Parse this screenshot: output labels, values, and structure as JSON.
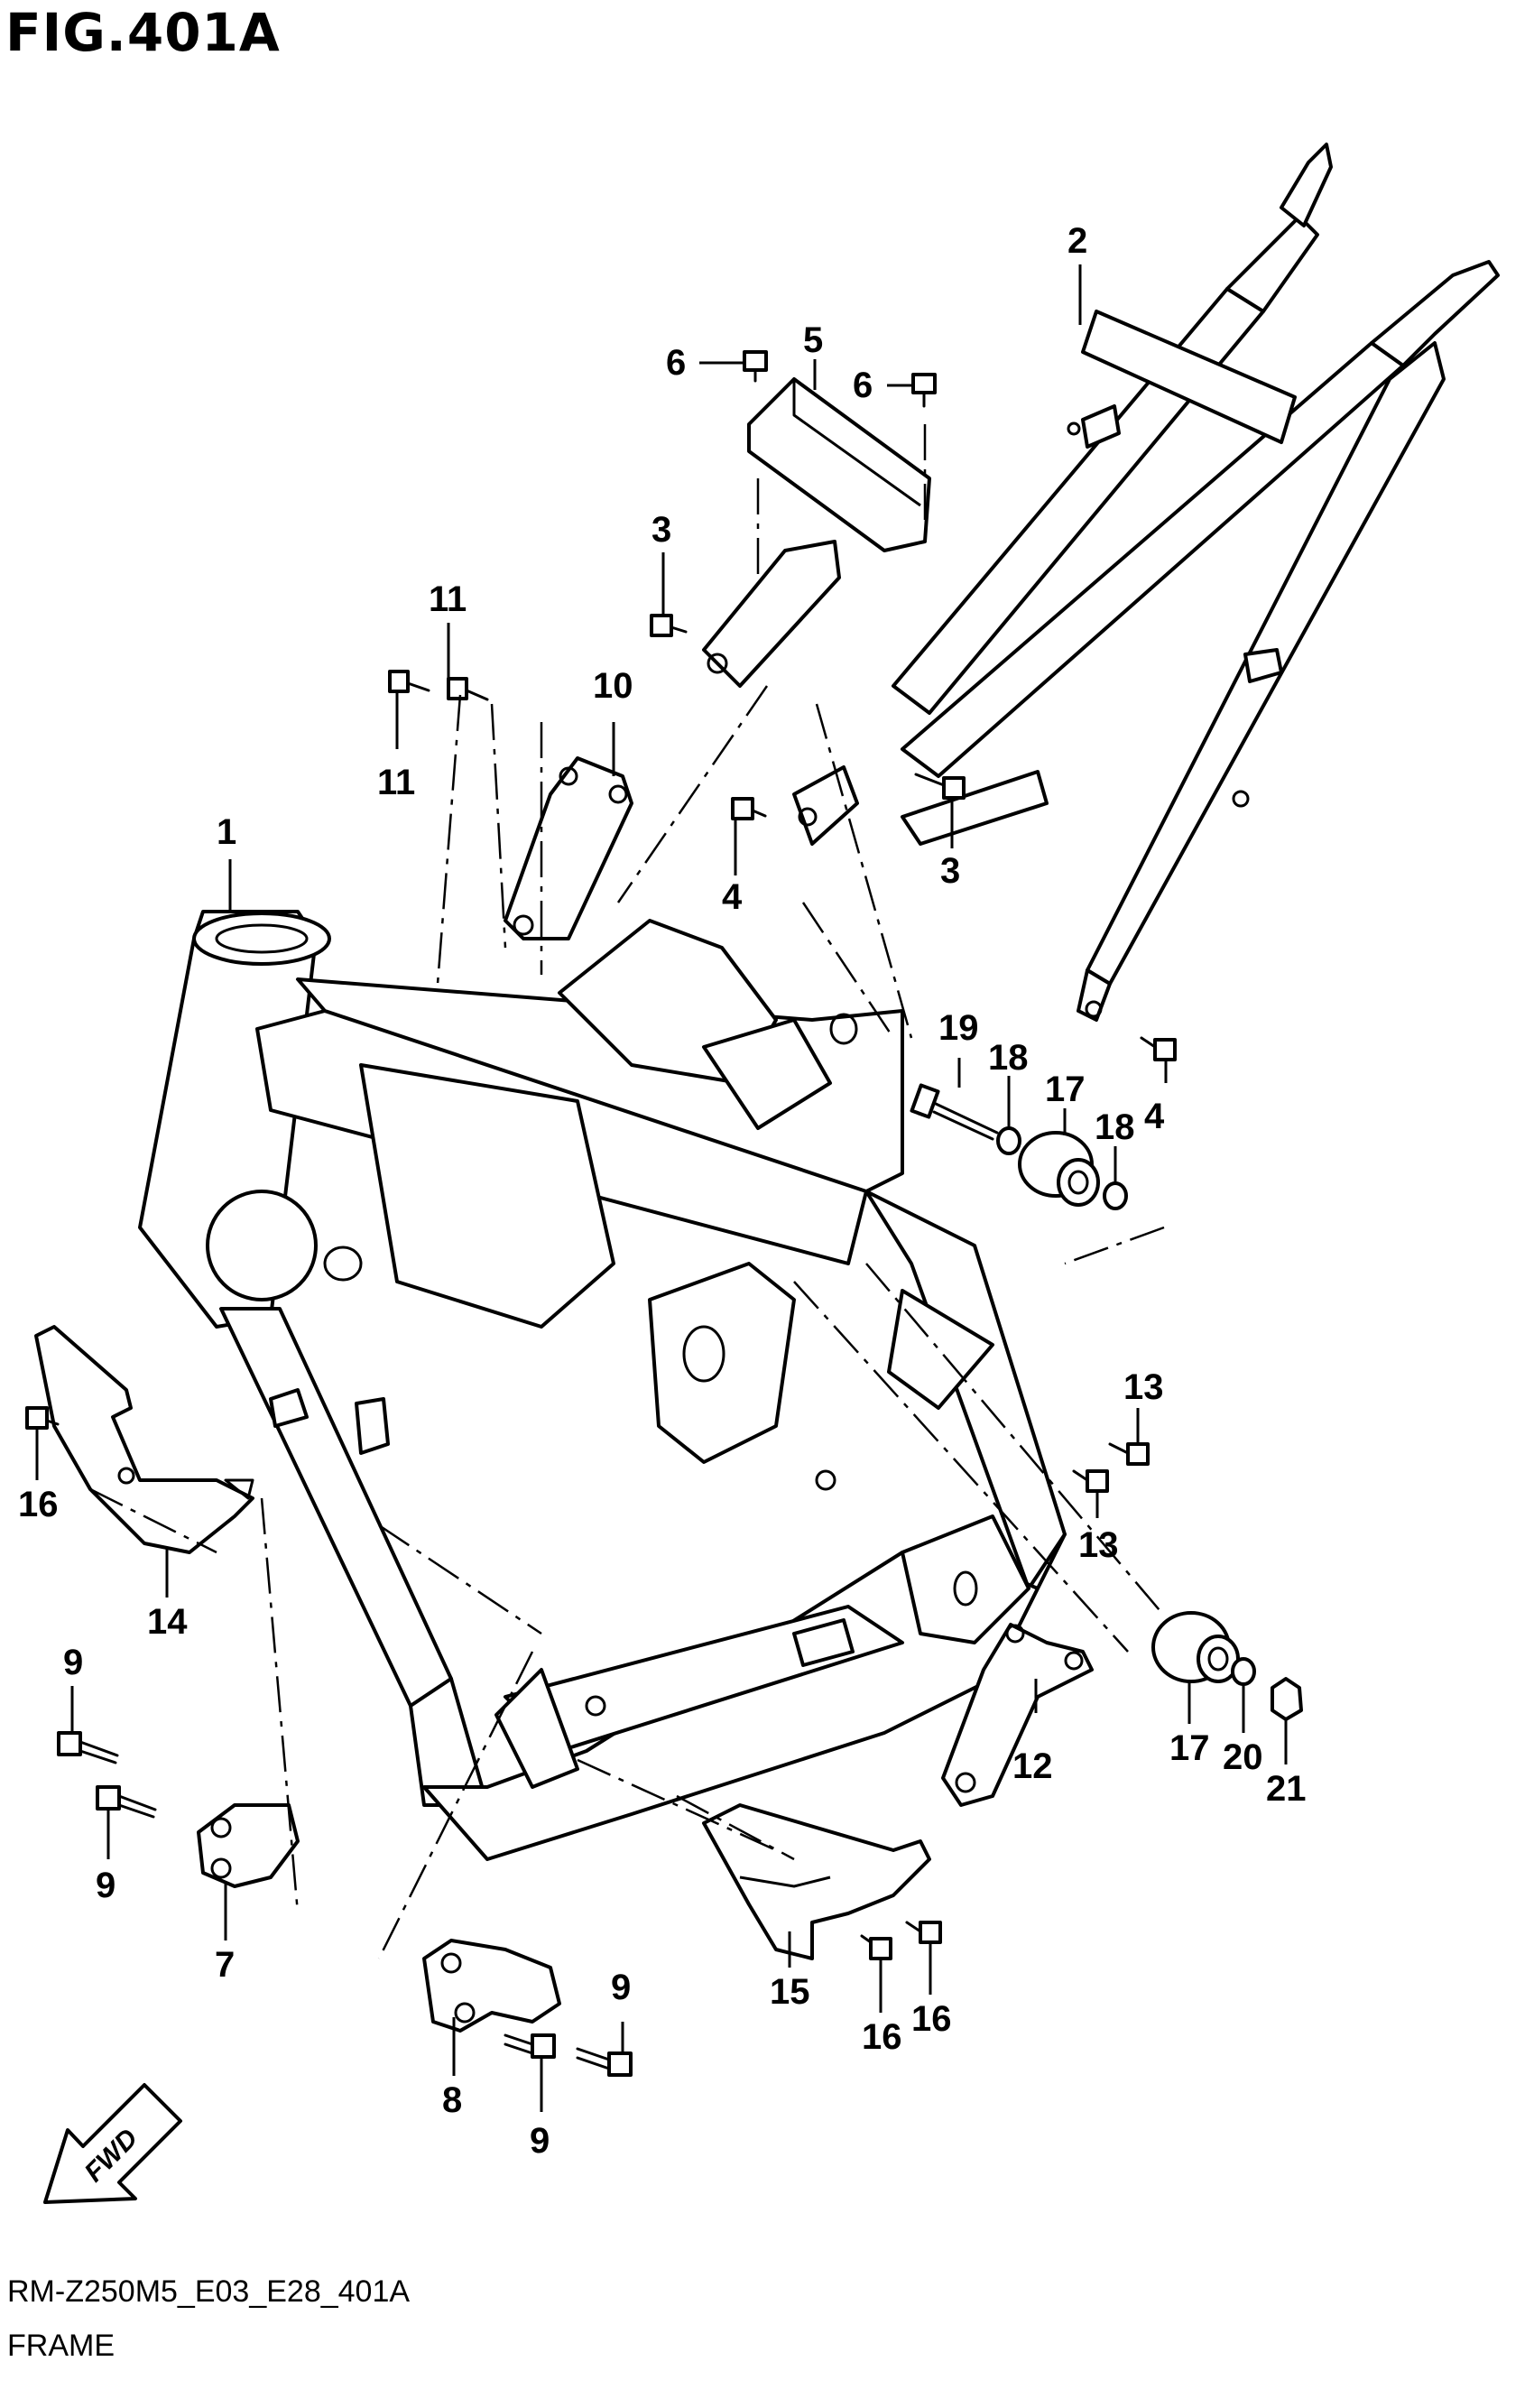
{
  "figure": {
    "title": "FIG.401A",
    "code": "RM-Z250M5_E03_E28_401A",
    "caption": "FRAME",
    "fwd_label": "FWD"
  },
  "callouts": [
    {
      "id": "c1",
      "label": "1"
    },
    {
      "id": "c2",
      "label": "2"
    },
    {
      "id": "c3a",
      "label": "3"
    },
    {
      "id": "c3b",
      "label": "3"
    },
    {
      "id": "c4a",
      "label": "4"
    },
    {
      "id": "c4b",
      "label": "4"
    },
    {
      "id": "c5",
      "label": "5"
    },
    {
      "id": "c6a",
      "label": "6"
    },
    {
      "id": "c6b",
      "label": "6"
    },
    {
      "id": "c7",
      "label": "7"
    },
    {
      "id": "c8",
      "label": "8"
    },
    {
      "id": "c9a",
      "label": "9"
    },
    {
      "id": "c9b",
      "label": "9"
    },
    {
      "id": "c9c",
      "label": "9"
    },
    {
      "id": "c9d",
      "label": "9"
    },
    {
      "id": "c10",
      "label": "10"
    },
    {
      "id": "c11a",
      "label": "11"
    },
    {
      "id": "c11b",
      "label": "11"
    },
    {
      "id": "c12",
      "label": "12"
    },
    {
      "id": "c13a",
      "label": "13"
    },
    {
      "id": "c13b",
      "label": "13"
    },
    {
      "id": "c14",
      "label": "14"
    },
    {
      "id": "c15",
      "label": "15"
    },
    {
      "id": "c16a",
      "label": "16"
    },
    {
      "id": "c16b",
      "label": "16"
    },
    {
      "id": "c16c",
      "label": "16"
    },
    {
      "id": "c17a",
      "label": "17"
    },
    {
      "id": "c17b",
      "label": "17"
    },
    {
      "id": "c18a",
      "label": "18"
    },
    {
      "id": "c18b",
      "label": "18"
    },
    {
      "id": "c19",
      "label": "19"
    },
    {
      "id": "c20",
      "label": "20"
    },
    {
      "id": "c21",
      "label": "21"
    }
  ]
}
